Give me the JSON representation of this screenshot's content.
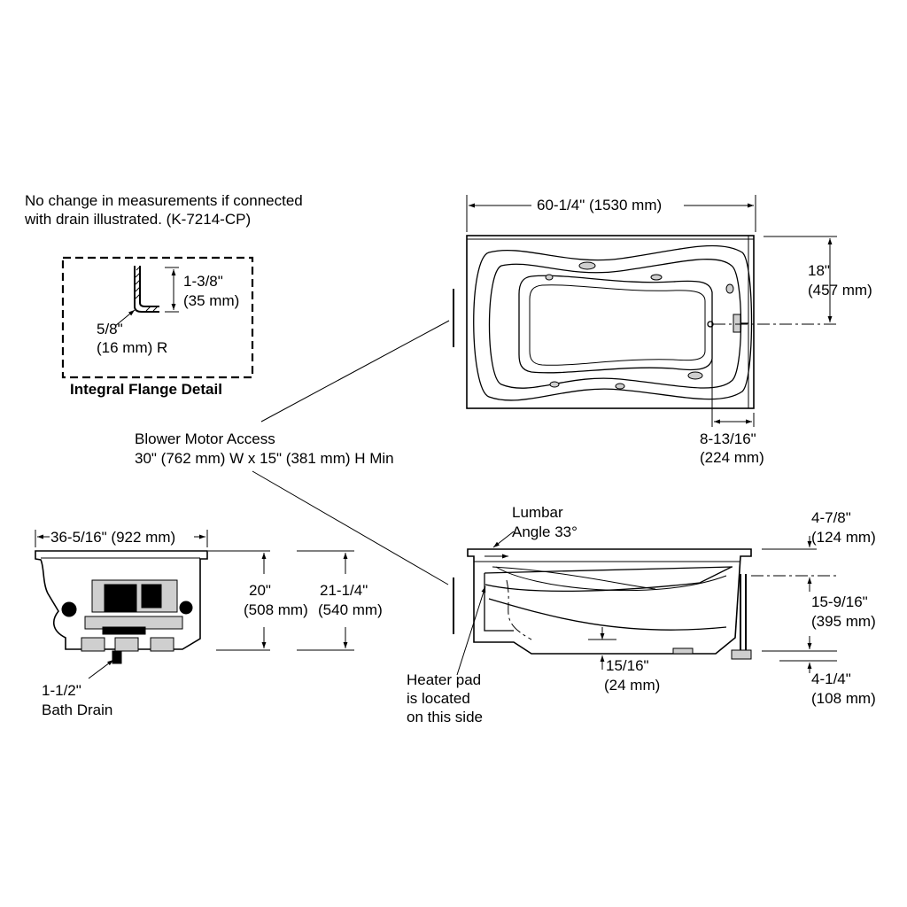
{
  "note": {
    "line1": "No change in measurements if connected",
    "line2": "with drain illustrated. (K-7214-CP)"
  },
  "flange_detail": {
    "title": "Integral Flange Detail",
    "height_in": "1-3/8\"",
    "height_mm": "(35 mm)",
    "radius_in": "5/8\"",
    "radius_mm": "(16 mm) R"
  },
  "top_view": {
    "length_in_mm": "60-1/4\" (1530 mm)",
    "drain_offset_in": "18\"",
    "drain_offset_mm": "(457 mm)",
    "drain_center_in": "8-13/16\"",
    "drain_center_mm": "(224 mm)"
  },
  "blower": {
    "line1": "Blower Motor Access",
    "line2": "30\" (762 mm) W x 15\" (381 mm) H Min"
  },
  "end_view": {
    "width_in_mm": "36-5/16\" (922 mm)",
    "height1_in": "20\"",
    "height1_mm": "(508 mm)",
    "height2_in": "21-1/4\"",
    "height2_mm": "(540 mm)",
    "drain_line1": "1-1/2\"",
    "drain_line2": "Bath Drain"
  },
  "side_view": {
    "lumbar_line1": "Lumbar",
    "lumbar_line2": "Angle 33°",
    "top_in": "4-7/8\"",
    "top_mm": "(124 mm)",
    "mid_in": "15-9/16\"",
    "mid_mm": "(395 mm)",
    "bottom_in": "4-1/4\"",
    "bottom_mm": "(108 mm)",
    "floor_in": "15/16\"",
    "floor_mm": "(24 mm)",
    "heater_line1": "Heater pad",
    "heater_line2": "is located",
    "heater_line3": "on this side"
  }
}
